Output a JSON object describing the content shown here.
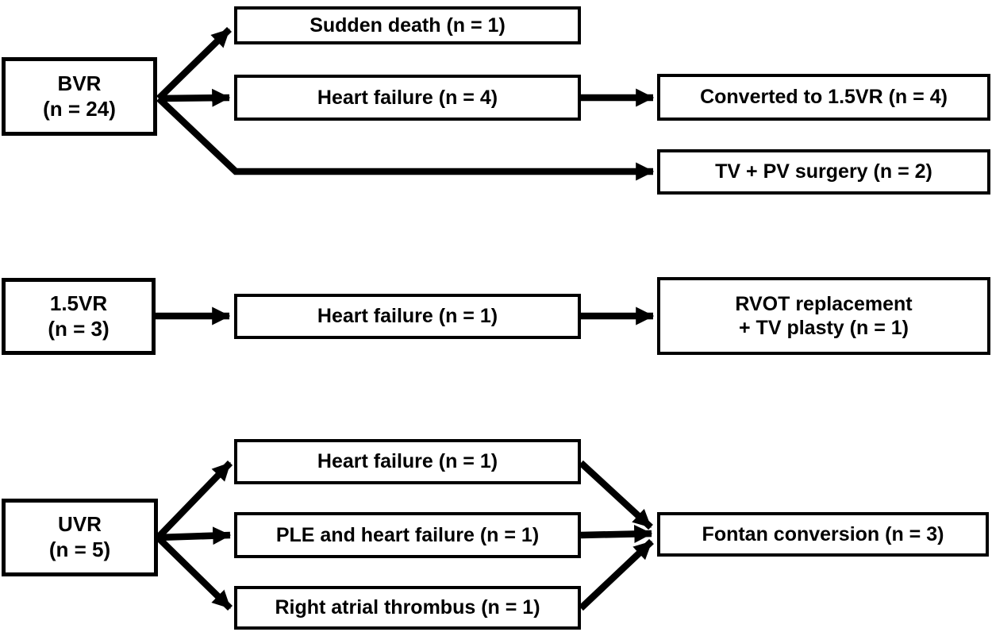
{
  "figure": {
    "background_color": "#ffffff",
    "line_color": "#000000",
    "box_fill_color": "#ffffff",
    "box_border_color": "#000000",
    "text_color": "#000000"
  },
  "nodes": {
    "bvr": {
      "line1": "BVR",
      "line2": "(n = 24)"
    },
    "sudden_death": {
      "line1": "Sudden death (n = 1)"
    },
    "heart_failure_bvr": {
      "line1": "Heart failure (n = 4)"
    },
    "converted_15vr": {
      "line1": "Converted to 1.5VR (n = 4)"
    },
    "tv_pv_surgery": {
      "line1": "TV + PV surgery (n = 2)"
    },
    "one_five_vr": {
      "line1": "1.5VR",
      "line2": "(n = 3)"
    },
    "heart_failure_15vr": {
      "line1": "Heart failure (n = 1)"
    },
    "rvot_replacement": {
      "line1": "RVOT replacement",
      "line2": "+ TV plasty (n = 1)"
    },
    "uvr": {
      "line1": "UVR",
      "line2": "(n = 5)"
    },
    "heart_failure_uvr": {
      "line1": "Heart failure (n = 1)"
    },
    "ple_heart_failure": {
      "line1": "PLE and heart failure (n = 1)"
    },
    "right_atrial_thrombus": {
      "line1": "Right atrial thrombus (n = 1)"
    },
    "fontan_conversion": {
      "line1": "Fontan conversion (n = 3)"
    }
  },
  "edges": [
    {
      "from": "bvr",
      "to": "sudden_death"
    },
    {
      "from": "bvr",
      "to": "heart_failure_bvr"
    },
    {
      "from": "bvr",
      "to": "tv_pv_surgery"
    },
    {
      "from": "heart_failure_bvr",
      "to": "converted_15vr"
    },
    {
      "from": "one_five_vr",
      "to": "heart_failure_15vr"
    },
    {
      "from": "heart_failure_15vr",
      "to": "rvot_replacement"
    },
    {
      "from": "uvr",
      "to": "heart_failure_uvr"
    },
    {
      "from": "uvr",
      "to": "ple_heart_failure"
    },
    {
      "from": "uvr",
      "to": "right_atrial_thrombus"
    },
    {
      "from": "heart_failure_uvr",
      "to": "fontan_conversion"
    },
    {
      "from": "ple_heart_failure",
      "to": "fontan_conversion"
    },
    {
      "from": "right_atrial_thrombus",
      "to": "fontan_conversion"
    }
  ]
}
